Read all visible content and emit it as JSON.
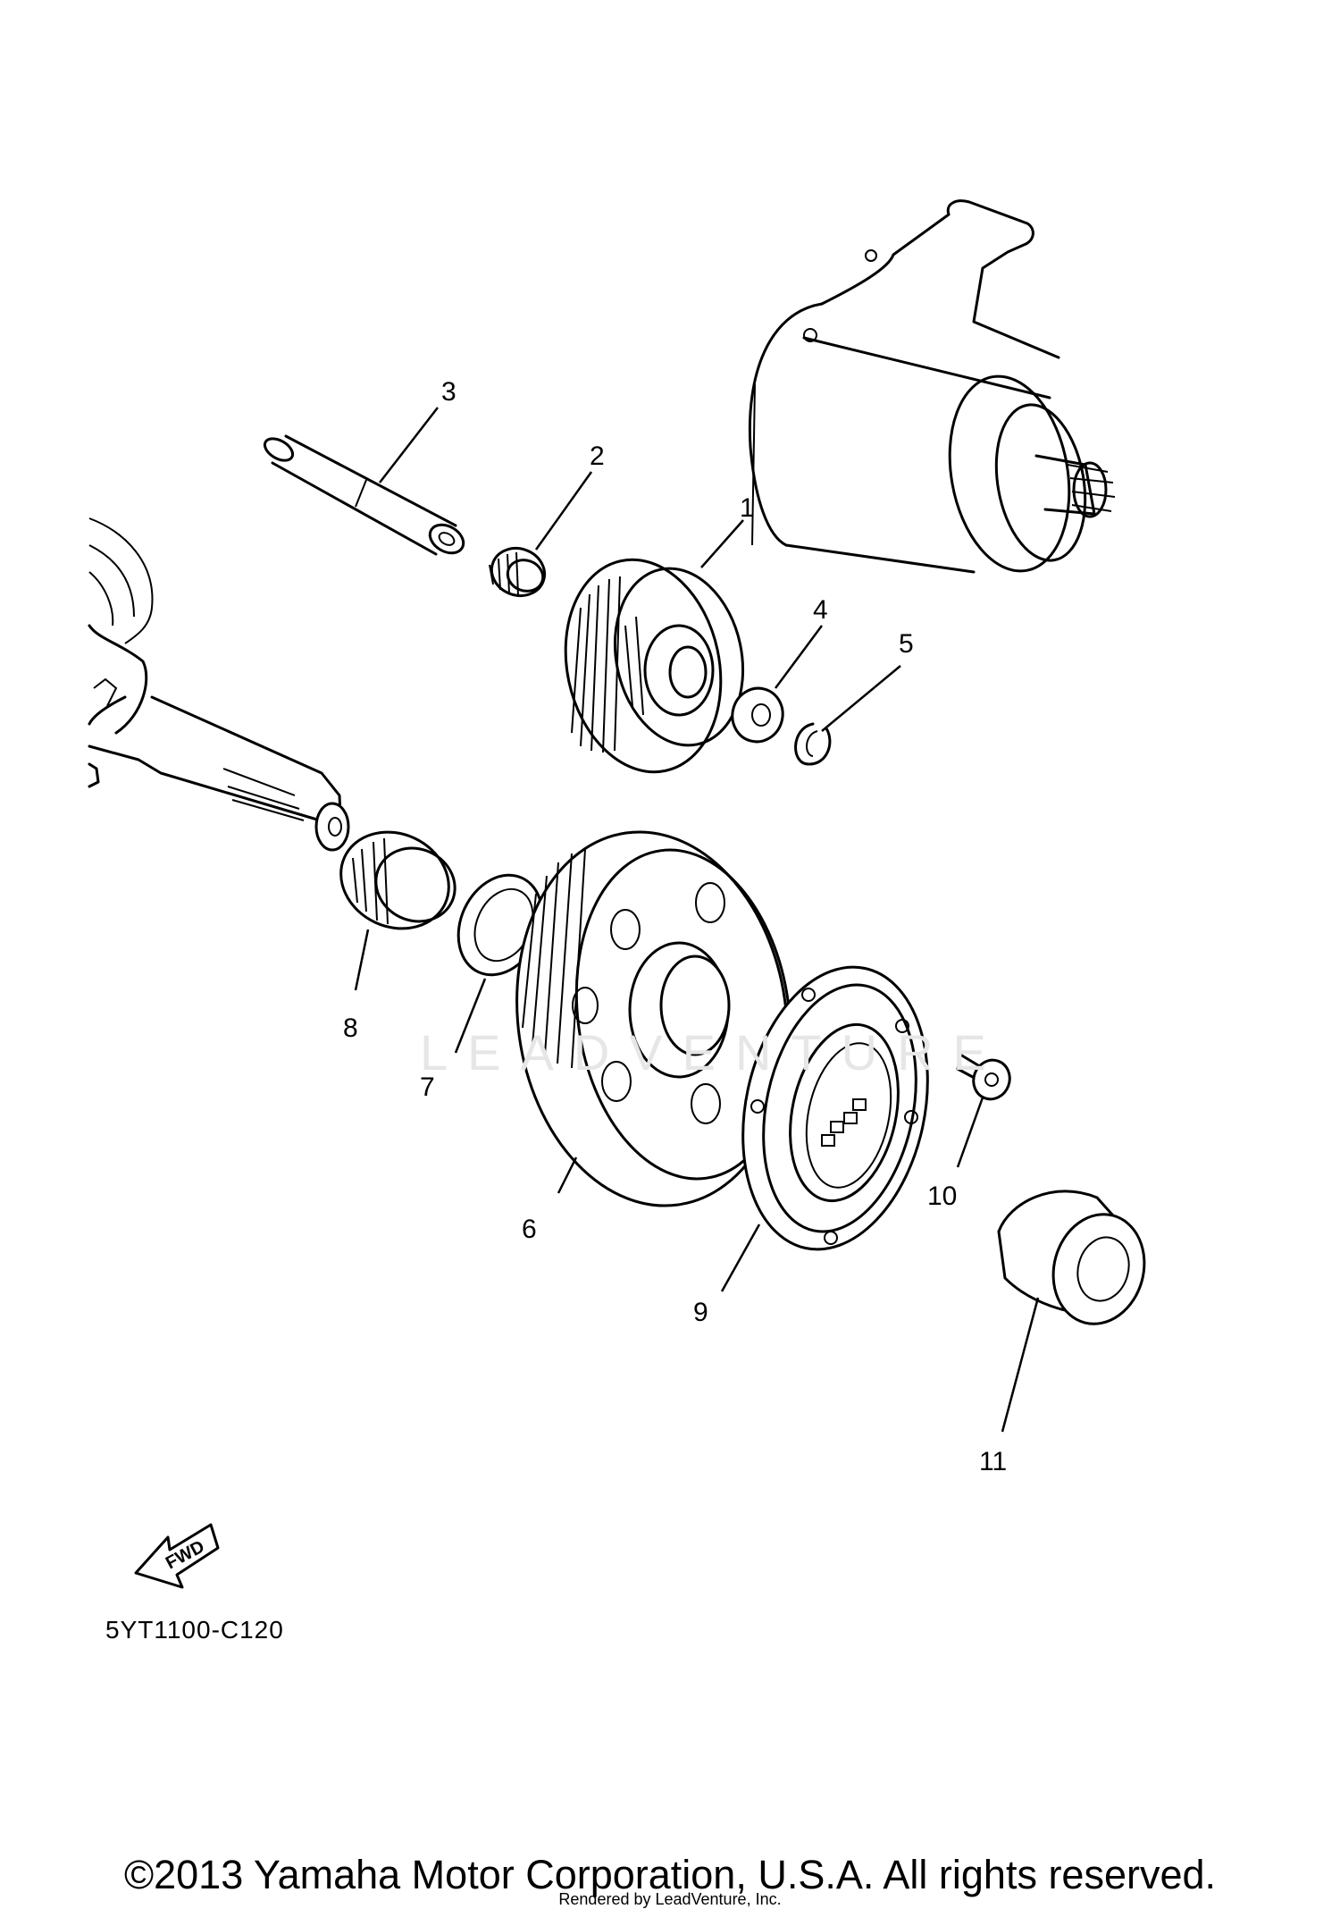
{
  "diagram": {
    "callouts": [
      {
        "id": "1",
        "label": "1"
      },
      {
        "id": "2",
        "label": "2"
      },
      {
        "id": "3",
        "label": "3"
      },
      {
        "id": "4",
        "label": "4"
      },
      {
        "id": "5",
        "label": "5"
      },
      {
        "id": "6",
        "label": "6"
      },
      {
        "id": "7",
        "label": "7"
      },
      {
        "id": "8",
        "label": "8"
      },
      {
        "id": "9",
        "label": "9"
      },
      {
        "id": "10",
        "label": "10"
      },
      {
        "id": "11",
        "label": "11"
      }
    ],
    "fwd_label": "FWD",
    "diagram_code": "5YT1100-C120",
    "watermark": "LEADVENTURE"
  },
  "footer": {
    "copyright": "©2013 Yamaha Motor Corporation, U.S.A. All rights reserved.",
    "rendered_by": "Rendered by LeadVenture, Inc."
  }
}
